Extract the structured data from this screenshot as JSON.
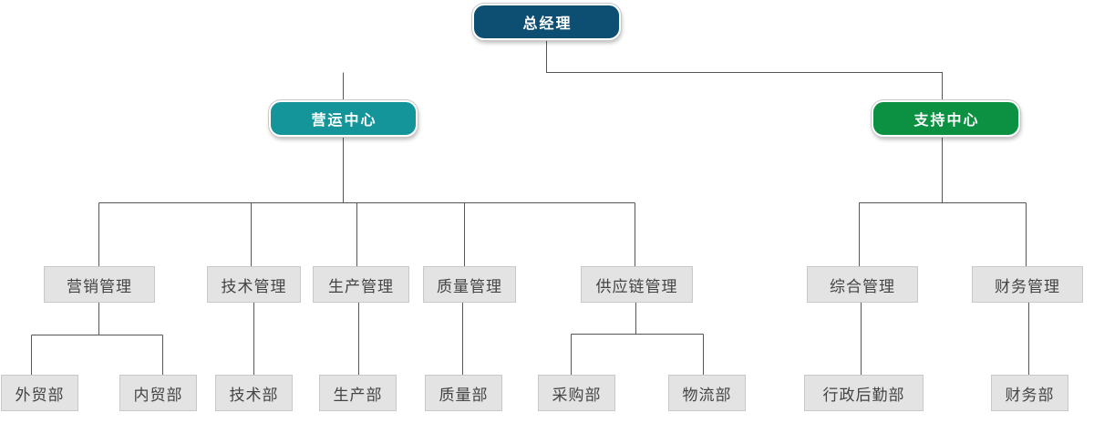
{
  "colors": {
    "general_manager": "#0d4f72",
    "operations_center": "#13959a",
    "support_center": "#0b9141",
    "box_fill": "#e3e3e3",
    "box_border": "#c8c8c8",
    "line": "#555555"
  },
  "org": {
    "general_manager": "总经理",
    "operations_center": "营运中心",
    "support_center": "支持中心",
    "mgmt": {
      "marketing": "营销管理",
      "technology": "技术管理",
      "production": "生产管理",
      "quality": "质量管理",
      "supply_chain": "供应链管理",
      "general_affairs": "综合管理",
      "finance": "财务管理"
    },
    "dept": {
      "foreign_trade": "外贸部",
      "domestic_trade": "内贸部",
      "technology": "技术部",
      "production": "生产部",
      "quality": "质量部",
      "purchasing": "采购部",
      "logistics": "物流部",
      "admin_logistics": "行政后勤部",
      "finance": "财务部"
    }
  }
}
